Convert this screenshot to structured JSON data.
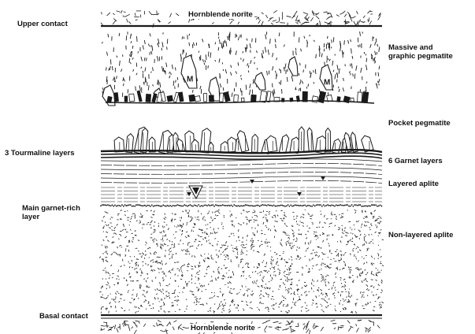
{
  "labels": {
    "top_rock": "Hornblende norite",
    "bottom_rock": "Hornblende norite",
    "upper_contact": "Upper contact",
    "tourmaline_layers": "3 Tourmaline layers",
    "main_garnet_layer": "Main garnet-rich layer",
    "basal_contact": "Basal contact",
    "massive_pegmatite": "Massive and graphic pegmatite",
    "pocket_pegmatite": "Pocket pegmatite",
    "garnet_layers": "6 Garnet layers",
    "layered_aplite": "Layered aplite",
    "nonlayered_aplite": "Non-layered aplite"
  },
  "crystal_marker": "M",
  "colors": {
    "ink": "#1a1a1a",
    "paper": "#ffffff"
  }
}
